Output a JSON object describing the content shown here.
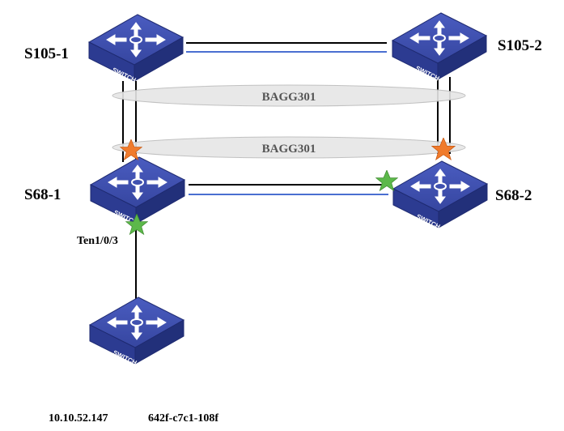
{
  "switches": [
    {
      "id": "s105-1",
      "name": "S105-1",
      "icon": "switch-icon",
      "badge": "SWITCH"
    },
    {
      "id": "s105-2",
      "name": "S105-2",
      "icon": "switch-icon",
      "badge": "SWITCH"
    },
    {
      "id": "s68-1",
      "name": "S68-1",
      "icon": "switch-icon",
      "badge": "SWITCH"
    },
    {
      "id": "s68-2",
      "name": "S68-2",
      "icon": "switch-icon",
      "badge": "SWITCH"
    },
    {
      "id": "access",
      "name": "",
      "icon": "switch-icon",
      "badge": "SWITCH"
    }
  ],
  "aggregations": [
    {
      "id": "upper",
      "label": "BAGG301"
    },
    {
      "id": "lower",
      "label": "BAGG301"
    }
  ],
  "port_label": "Ten1/0/3",
  "footer": {
    "ip": "10.10.52.147",
    "mac": "642f-c7c1-108f"
  },
  "colors": {
    "switch_top": "#3d4fa8",
    "switch_side": "#2a3a8c",
    "link_black": "#000000",
    "link_blue": "#4a6fd1",
    "star_orange": "#f07b2c",
    "star_green": "#5cb84a",
    "ellipse": "#e6e6e6"
  }
}
